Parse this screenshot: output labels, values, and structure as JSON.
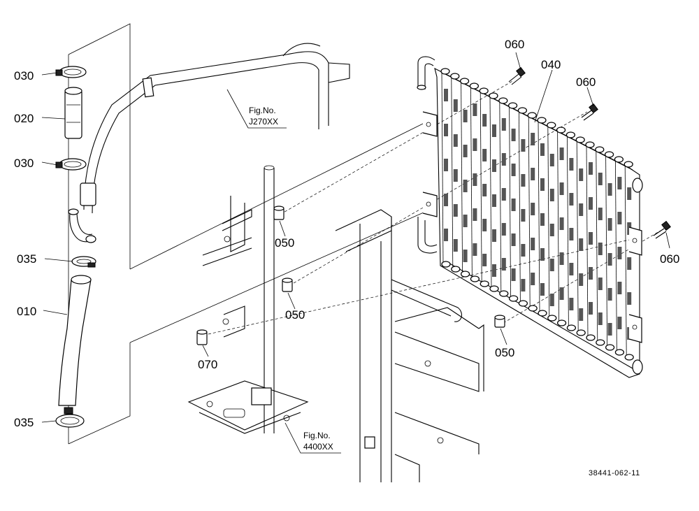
{
  "callouts": {
    "c030_top": "030",
    "c020": "020",
    "c030_mid": "030",
    "c035_top": "035",
    "c010": "010",
    "c035_bot": "035",
    "c060_top": "060",
    "c040": "040",
    "c060_mid": "060",
    "c060_right": "060",
    "c050_a": "050",
    "c050_b": "050",
    "c050_c": "050",
    "c070": "070"
  },
  "references": {
    "fig_j": {
      "line1": "Fig.No.",
      "line2": "J270XX"
    },
    "fig_4": {
      "line1": "Fig.No.",
      "line2": "4400XX"
    }
  },
  "diagram_code": "38441-062-11"
}
